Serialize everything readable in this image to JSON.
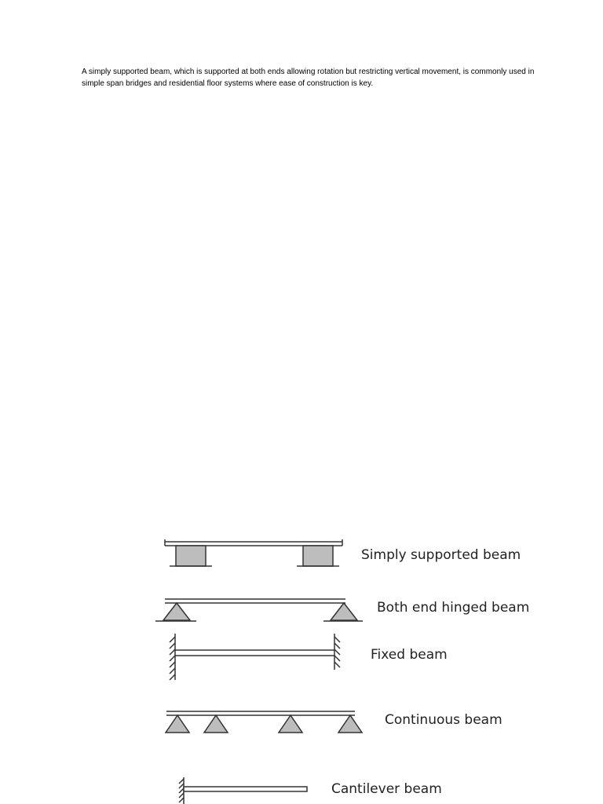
{
  "document": {
    "paragraph": "A simply supported beam, which is supported at both ends allowing rotation but restricting vertical movement, is commonly used in simple span bridges and residential floor systems where ease of construction is key."
  },
  "beam_types": {
    "simply_supported": "Simply supported beam",
    "both_end_hinged": "Both end hinged beam",
    "fixed": "Fixed beam",
    "continuous": "Continuous beam",
    "cantilever": "Cantilever beam"
  },
  "colors": {
    "support_fill": "#bdbdbd",
    "line": "#333333"
  }
}
